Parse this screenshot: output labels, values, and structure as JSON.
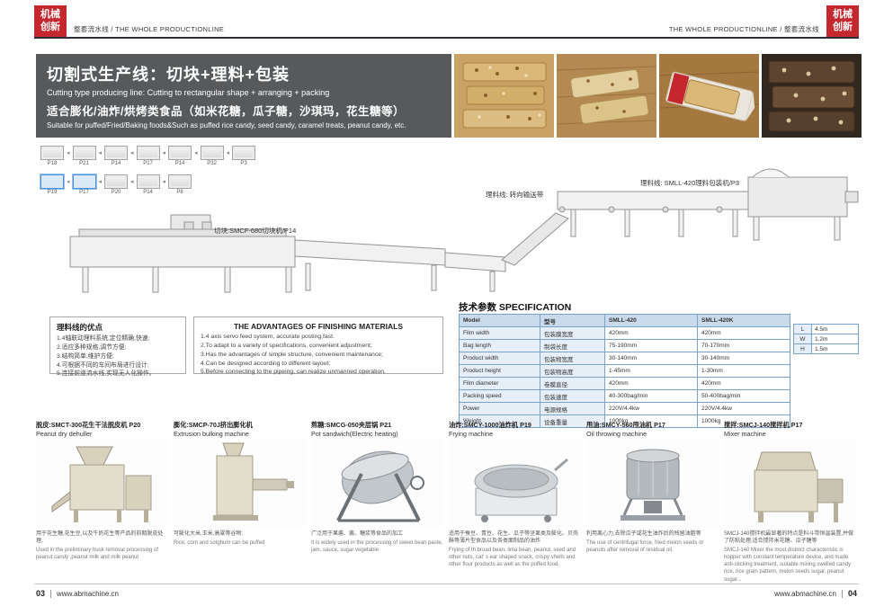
{
  "colors": {
    "accent_red": "#c4272e",
    "title_bg": "#58595b",
    "table_border": "#7aa3cc"
  },
  "brand": {
    "logo_text": "机械创新"
  },
  "header": {
    "left": "整套流水线 / THE WHOLE PRODUCTIONLINE",
    "right": "THE WHOLE PRODUCTIONLINE / 整套流水线"
  },
  "title_block": {
    "cn_title": "切割式生产线：切块+理料+包装",
    "en_title": "Cutting type producing line:  Cutting to rectangular shape + arranging + packing",
    "cn_sub": "适合膨化/油炸/烘烤类食品（如米花糖，瓜子糖，沙琪玛，花生糖等）",
    "en_sub": "Suitable for puffed/Fried/Baking foods&Such as puffed rice candy, seed candy, caramel treats, peanut candy, etc."
  },
  "flow": {
    "row1": [
      "P18",
      "P21",
      "P14",
      "P17",
      "P14",
      "P32",
      "P3"
    ],
    "row2": [
      "P19",
      "P17",
      "P20",
      "P14",
      "P8"
    ]
  },
  "diagram_labels": {
    "cutting": "切块:SMCF-680切块机/P14",
    "turning": "理料线: 转向输送带",
    "packing": "理料线: SMLL-420理料包装机/P3"
  },
  "advantages_cn": {
    "title": "理料线的优点",
    "items": [
      "1.4轴联动理料系统,定位精确,快速;",
      "2.适应多种规格,调节方便;",
      "3.结构简单,维护方便;",
      "4.可根据不同的车间布局进行设计;",
      "5.连接前道流水线,实现无人化操作。"
    ]
  },
  "advantages_en": {
    "title": "THE ADVANTAGES OF FINISHING MATERIALS",
    "items": [
      "1.4 axis servo feed system, accurate posting,fast.",
      "2.To adapt to a variety of specifications, convenient adjustment;",
      "3.Has the advantages of simple structure, convenient maintenance;",
      "4.Can be designed according to different layout;",
      "5.Before connecting to the pipeing, can realize unmanned operation."
    ]
  },
  "spec": {
    "title_cn": "技术参数",
    "title_en": "SPECIFICATION",
    "rows": [
      {
        "en": "Model",
        "cn": "型号",
        "v1": "SMLL-420",
        "v2": "SMLL-420K"
      },
      {
        "en": "Film width",
        "cn": "包装膜宽度",
        "v1": "420mm",
        "v2": "420mm"
      },
      {
        "en": "Bag length",
        "cn": "制袋长度",
        "v1": "75-190mm",
        "v2": "70-170mm"
      },
      {
        "en": "Product width",
        "cn": "包装物宽度",
        "v1": "30-140mm",
        "v2": "30-140mm"
      },
      {
        "en": "Product height",
        "cn": "包装物高度",
        "v1": "1-45mm",
        "v2": "1-30mm"
      },
      {
        "en": "Film diameter",
        "cn": "卷膜直径",
        "v1": "420mm",
        "v2": "420mm"
      },
      {
        "en": "Packing speed",
        "cn": "包装速度",
        "v1": "40-300bag/min",
        "v2": "50-400bag/min"
      },
      {
        "en": "Power",
        "cn": "电源规格",
        "v1": "220V/4.4kw",
        "v2": "220V/4.4kw"
      },
      {
        "en": "Weight",
        "cn": "设备重量",
        "v1": "1000kg",
        "v2": "1000kg"
      }
    ],
    "dims": [
      {
        "k": "L",
        "v": "4.5m"
      },
      {
        "k": "W",
        "v": "1.2m"
      },
      {
        "k": "H",
        "v": "1.5m"
      }
    ]
  },
  "machines": [
    {
      "title_cn": "脱皮:SMCT-300花生干法脱皮机 P20",
      "title_en": "Peanut dry dehuller",
      "desc_cn": "用于花生糖,花生豆,以及牛奶花生等产品的前期脱皮处理,",
      "desc_en": "Used in the preliminary husk removal processing of peanut candy ,peanut milk and milk peanut"
    },
    {
      "title_cn": "膨化:SMCP-70J挤出膨化机",
      "title_en": "Extrusion bulking machine",
      "desc_cn": "可膨化大米,玉米,高粱等谷物;",
      "desc_en": "Rice, corn and sotghum can be puffed"
    },
    {
      "title_cn": "熬糖:SMCG-050夹层锅 P21",
      "title_en": "Pot sandwich(Electric heating)",
      "desc_cn": "广泛用于果酱、酱、糖浆等食品的加工",
      "desc_en": "It is widely used in the processing of sweet bean paste, jam, sauce, sugar vegetable"
    },
    {
      "title_cn": "油炸:SMCY-1000油炸机 P19",
      "title_en": "Frying machine",
      "desc_cn": "适用于蚕豆、青豆、花生、瓜子等坚果类及膨化、贝壳酥等薄片型食品以及各类面制品的油炸",
      "desc_en": "Frying of th broad bean, lima bean, peanut, seed and other nuts, cat' s ear shaped snack, crispy shells and other flour products as well as the puffed food."
    },
    {
      "title_cn": "甩油:SMCY-560甩油机 P17",
      "title_en": "Oil throwing machine",
      "desc_cn": "利用离心力,去除瓜子或花生油炸后的残留油脂等",
      "desc_en": "The use of centrifugal force, fried melon seeds or peanuts after removal of residual oil."
    },
    {
      "title_cn": "搅拌:SMCJ-140搅拌机 P17",
      "title_en": "Mixer machine",
      "desc_cn": "SMCJ-140搅拌机最显著的特点是料斗带恒温装置,并做了防粘处理,适合搅拌米花糖、瓜子糖等",
      "desc_en": "SMCJ-140 Mixer the most distinct characteristic is hopper with constant temperature device, and made anti-sticking treatment, suitable mixing swelled candy rice, rice grain pattern, melon seeds sugar, peanut sugar..."
    }
  ],
  "footer": {
    "page_left": "03",
    "url_left": "www.abmachine.cn",
    "url_right": "www.abmachine.cn",
    "page_right": "04"
  }
}
